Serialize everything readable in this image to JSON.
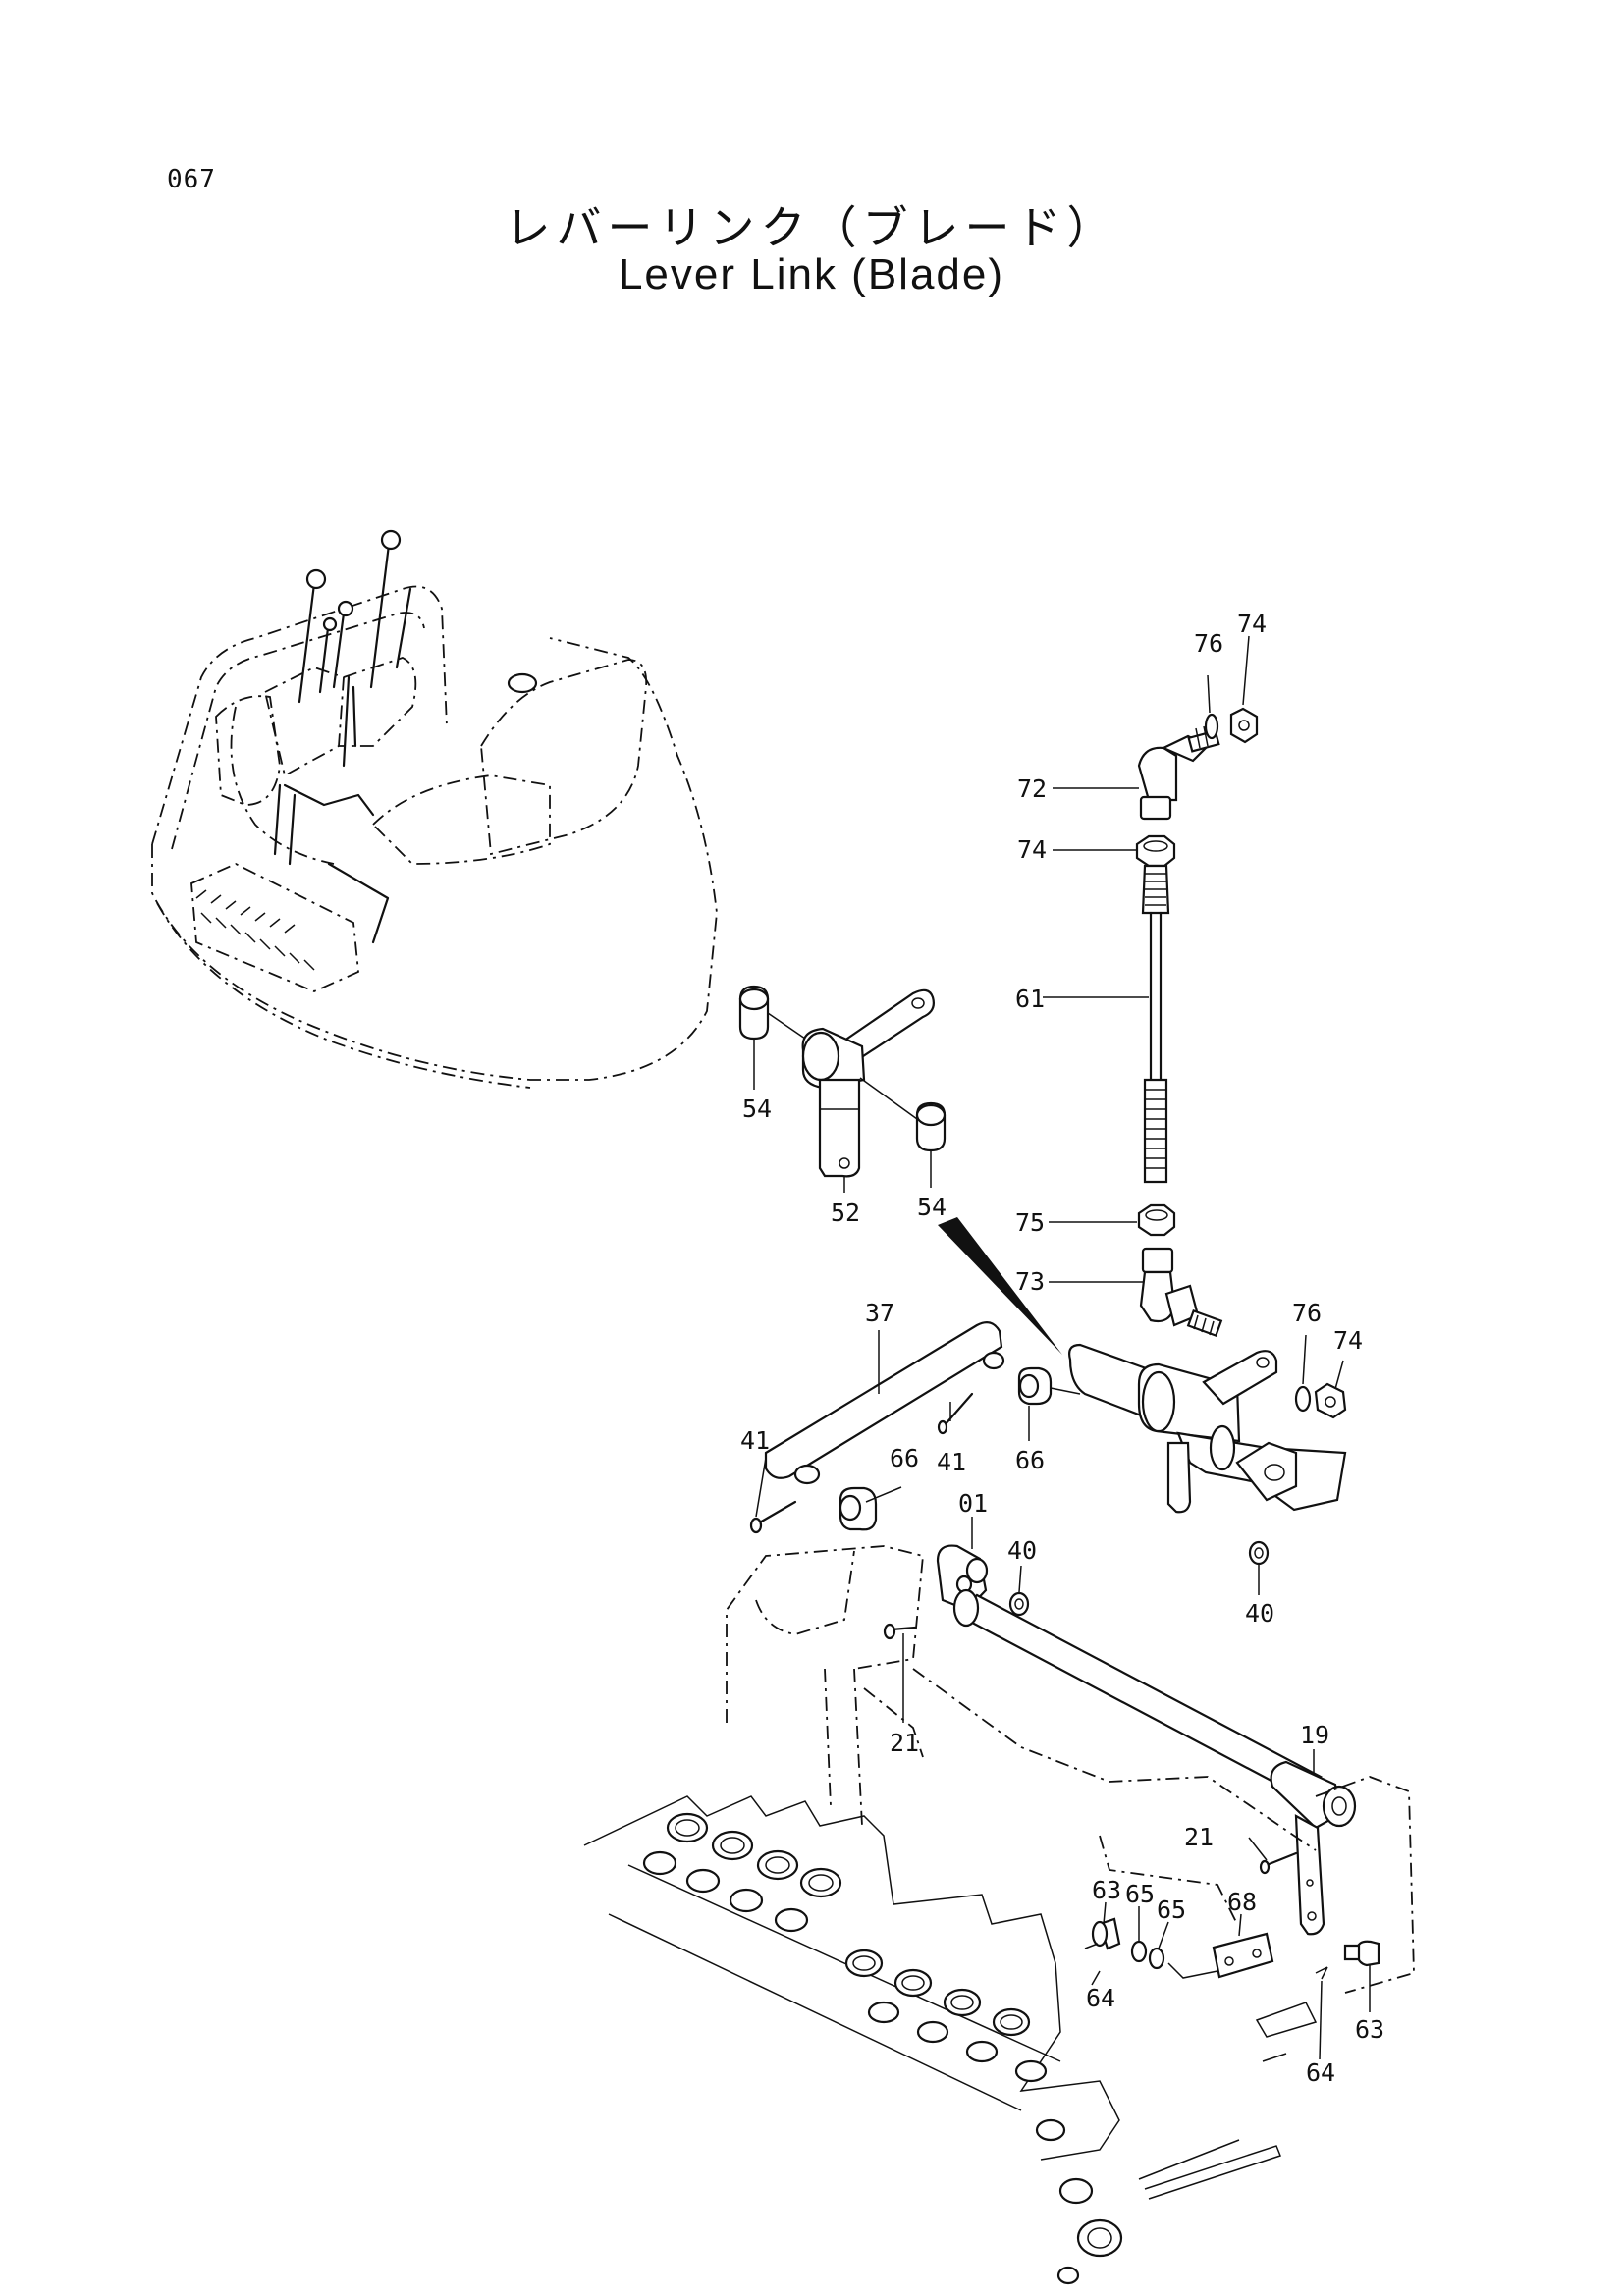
{
  "page": {
    "number": "067",
    "title_ja": "レバーリンク（ブレード）",
    "title_en": "Lever Link (Blade)"
  },
  "callouts": {
    "c76a": "76",
    "c74a": "74",
    "c72": "72",
    "c74b": "74",
    "c61": "61",
    "c54a": "54",
    "c52": "52",
    "c54b": "54",
    "c75": "75",
    "c73": "73",
    "c76b": "76",
    "c74c": "74",
    "c37": "37",
    "c41a": "41",
    "c41b": "41",
    "c66a": "66",
    "c66b": "66",
    "c01": "01",
    "c40a": "40",
    "c40b": "40",
    "c21a": "21",
    "c19": "19",
    "c21b": "21",
    "c63a": "63",
    "c65a": "65",
    "c65b": "65",
    "c68": "68",
    "c64a": "64",
    "c64b": "64",
    "c63b": "63"
  }
}
